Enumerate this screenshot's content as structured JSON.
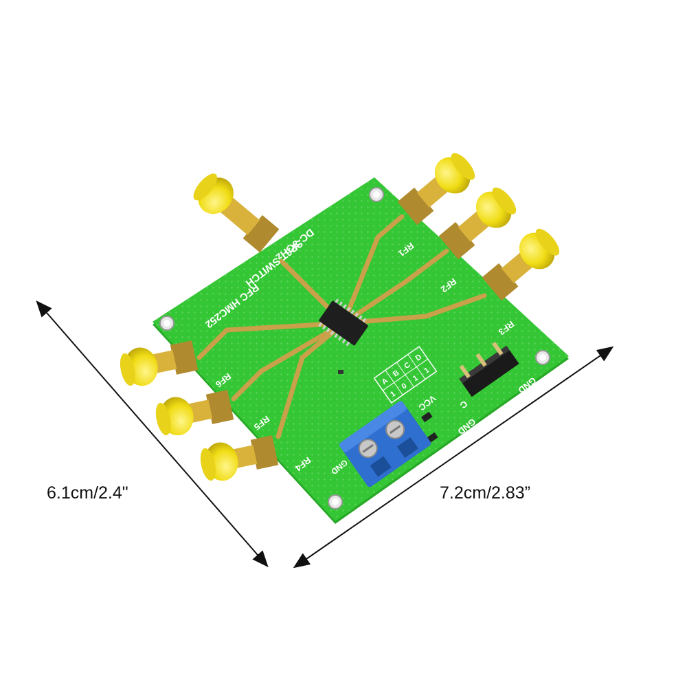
{
  "dimensions": {
    "width_label": "6.1cm/2.4\"",
    "length_label": "7.2cm/2.83”"
  },
  "board": {
    "title_line1": "SP6T SWITCH",
    "title_line2": "DC-3GHz",
    "chip_label": "RFC  HMC252",
    "ports": {
      "rf1": "RF1",
      "rf2": "RF2",
      "rf3": "RF3",
      "rf4": "RF4",
      "rf5": "RF5",
      "rf6": "RF6"
    },
    "power": {
      "vcc": "VCC",
      "gnd": "GND",
      "gnd_short": "GND",
      "c": "C",
      "gnd_terminal": "GND"
    },
    "truth_table": [
      "A",
      "B",
      "C",
      "D",
      "1",
      "0",
      "1",
      "1"
    ]
  },
  "colors": {
    "pcb_green": "#2fbf2f",
    "trace_gold": "#c9a14a",
    "connector_yellow": "#f2e21b",
    "terminal_blue": "#2f6fd0",
    "header_black": "#1a1a1a"
  }
}
